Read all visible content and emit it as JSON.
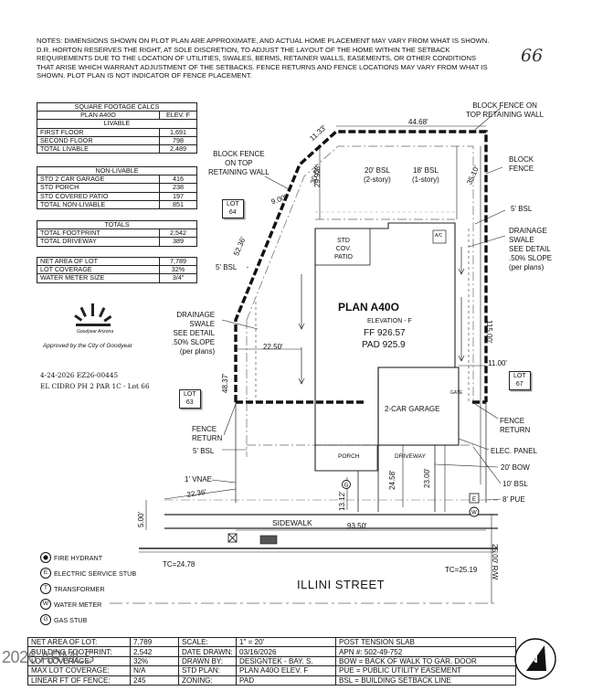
{
  "notes": [
    "NOTES: DIMENSIONS SHOWN ON PLOT PLAN ARE APPROXIMATE, AND ACTUAL HOME PLACEMENT MAY VARY FROM WHAT IS SHOWN.",
    "D.R. HORTON RESERVES THE RIGHT, AT SOLE DISCRETION, TO ADJUST THE LAYOUT OF THE HOME WITHIN THE SETBACK",
    "REQUIREMENTS DUE TO THE LOCATION OF UTILITIES, SWALES, BERMS, RETAINER WALLS, EASEMENTS, OR OTHER CONDITIONS",
    "THAT ARISE WHICH WARRANT ADJUSTMENT OF THE SETBACKS. FENCE RETURNS AND FENCE LOCATIONS MAY VARY FROM WHAT IS",
    "SHOWN. PLOT PLAN IS NOT INDICATOR OF FENCE PLACEMENT."
  ],
  "handwritten_lot": "66",
  "sqft": {
    "title": "SQUARE FOOTAGE CALCS",
    "plan": "PLAN A40O",
    "elev": "ELEV. F",
    "livable_header": "LIVABLE",
    "livable": [
      {
        "label": "FIRST FLOOR",
        "value": "1,691"
      },
      {
        "label": "SECOND FLOOR",
        "value": "798"
      },
      {
        "label": "TOTAL LIVABLE",
        "value": "2,489"
      }
    ],
    "nonlivable_header": "NON-LIVABLE",
    "nonlivable": [
      {
        "label": "STD 2 CAR GARAGE",
        "value": "416"
      },
      {
        "label": "STD PORCH",
        "value": "238"
      },
      {
        "label": "STD COVERED PATIO",
        "value": "197"
      },
      {
        "label": "TOTAL NON-LIVABLE",
        "value": "851"
      }
    ],
    "totals_header": "TOTALS",
    "totals": [
      {
        "label": "TOTAL FOOTPRINT",
        "value": "2,542"
      },
      {
        "label": "TOTAL DRIVEWAY",
        "value": "389"
      }
    ],
    "lot": [
      {
        "label": "NET AREA OF LOT",
        "value": "7,789"
      },
      {
        "label": "LOT COVERAGE",
        "value": "32%"
      },
      {
        "label": "WATER METER SIZE",
        "value": "3/4\""
      }
    ]
  },
  "goodyear": {
    "logo_text": "Goodyear Arizona",
    "approved": "Approved by the City of Goodyear"
  },
  "stamp": {
    "line1": "4-24-2026 EZ26-00445",
    "line2": "EL CIDRO PH 2 PAR 1C - Lot 66"
  },
  "plan": {
    "name": "PLAN A40O",
    "elevation": "ELEVATION - F",
    "ff": "FF 926.57",
    "pad": "PAD 925.9",
    "patio": [
      "STD",
      "COV.",
      "PATIO"
    ],
    "ac": "A/C",
    "garage": "2-CAR GARAGE",
    "gate": "GATE",
    "porch": "PORCH",
    "driveway": "DRIVEWAY"
  },
  "labels": {
    "block_fence_top_right": [
      "BLOCK FENCE ON",
      "TOP RETAINING WALL"
    ],
    "block_fence_top_left": [
      "BLOCK FENCE",
      "ON TOP",
      "RETAINING WALL"
    ],
    "block_fence_right": [
      "BLOCK",
      "FENCE"
    ],
    "bsl_20": [
      "20' BSL",
      "(2-story)"
    ],
    "bsl_18": [
      "18' BSL",
      "(1-story)"
    ],
    "bsl_5_right": "5' BSL",
    "bsl_5_left": "5' BSL",
    "bsl_5_front": "5' BSL",
    "drainage_right": [
      "DRAINAGE",
      "SWALE",
      "SEE DETAIL",
      ".50% SLOPE",
      "(per plans)"
    ],
    "drainage_left": [
      "DRAINAGE",
      "SWALE",
      "SEE DETAIL",
      ".50% SLOPE",
      "(per plans)"
    ],
    "fence_return_left": [
      "FENCE",
      "RETURN"
    ],
    "fence_return_right": [
      "FENCE",
      "RETURN"
    ],
    "elec_panel": "ELEC. PANEL",
    "bow_20": "20' BOW",
    "bsl_10": "10' BSL",
    "pue_8": "8' PUE",
    "vnae": "1' VNAE",
    "sidewalk": "SIDEWALK",
    "street": "ILLINI STREET",
    "tc_left": "TC=24.78",
    "tc_right": "TC=25.19",
    "row": "25.00' R/W"
  },
  "lots": [
    {
      "name": "LOT",
      "num": "64"
    },
    {
      "name": "LOT",
      "num": "63"
    },
    {
      "name": "LOT",
      "num": "67"
    }
  ],
  "dims": {
    "d_11_33": "11.33'",
    "d_44_68": "44.68'",
    "d_30_58": "30.58'",
    "d_29_92": "29.92'",
    "d_35_10": "35.10'",
    "d_9_00": "9.00'",
    "d_52_36": "52.36'",
    "d_22_50": "22.50'",
    "d_48_37": "48.37'",
    "d_115_00": "115.00'",
    "d_11_00": "11.00'",
    "d_24_58": "24.58'",
    "d_23_00": "23.00'",
    "d_13_12": "13.12'",
    "d_22_36": "22.36'",
    "d_5_00": "5.00'",
    "d_93_50": "93.50'"
  },
  "legend": [
    {
      "icon": "fire-hydrant-icon",
      "sym": "",
      "label": "FIRE HYDRANT"
    },
    {
      "icon": "electric-stub-icon",
      "sym": "E",
      "label": "ELECTRIC SERVICE STUB"
    },
    {
      "icon": "transformer-icon",
      "sym": "T",
      "label": "TRANSFORMER"
    },
    {
      "icon": "water-meter-icon",
      "sym": "W",
      "label": "WATER METER"
    },
    {
      "icon": "gas-stub-icon",
      "sym": "G",
      "label": "GAS STUB"
    }
  ],
  "footer": [
    [
      "NET AREA OF LOT:",
      "7,789",
      "SCALE:",
      "1\" = 20'",
      "POST TENSION SLAB"
    ],
    [
      "BUILDING FOOTPRINT:",
      "2,542",
      "DATE DRAWN:",
      "03/16/2026",
      "APN #:   502-49-752"
    ],
    [
      "LOT COVERAGE:",
      "32%",
      "DRAWN BY:",
      "DESIGNTEK - BAY. S.",
      "BOW = BACK OF WALK TO GAR. DOOR"
    ],
    [
      "MAX LOT COVERAGE:",
      "N/A",
      "STD PLAN:",
      "PLAN A40O ELEV. F",
      "PUE = PUBLIC UTILITY EASEMENT"
    ],
    [
      "LINEAR FT OF FENCE:",
      "245",
      "ZONING:",
      "PAD",
      "BSL = BUILDING SETBACK LINE"
    ]
  ],
  "north": "N",
  "watermark": "2026 ARMLS"
}
